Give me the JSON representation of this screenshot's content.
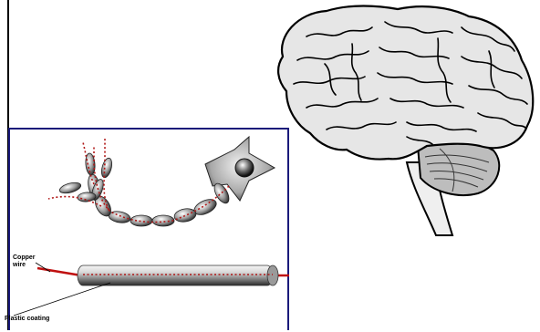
{
  "labels": {
    "copper_wire_line1": "Copper",
    "copper_wire_line2": "wire",
    "plastic_coating": "Plastic coating"
  },
  "colors": {
    "axon_dots": "#b01818",
    "wire": "#c01010",
    "frame": "#1a1a7a",
    "brain_fill": "#e6e6e6",
    "cerebellum_fill": "#bdbdbd"
  }
}
